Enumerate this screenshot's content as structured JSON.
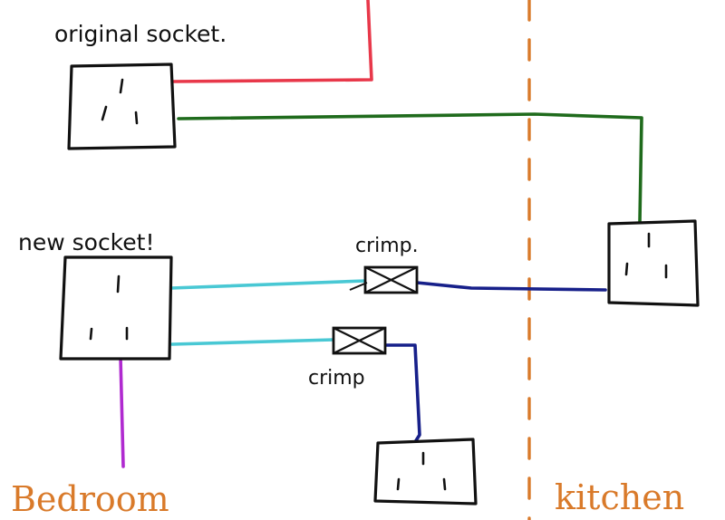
{
  "labels": {
    "original_socket": "original socket.",
    "new_socket": "new socket!",
    "crimp_upper": "crimp.",
    "crimp_lower": "crimp",
    "bedroom": "Bedroom",
    "kitchen": "kitchen"
  },
  "colors": {
    "red_wire": "#e8384a",
    "green_wire": "#1f6b1c",
    "cyan_wire": "#49c8d4",
    "navy_wire": "#17208a",
    "magenta_wire": "#b02ad0",
    "divider": "#d97a2a",
    "ink": "#111111"
  }
}
